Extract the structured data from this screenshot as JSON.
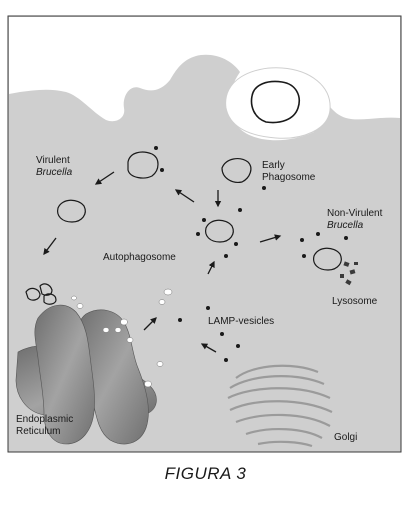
{
  "labels": {
    "virulent_line1": "Virulent",
    "virulent_line2": "Brucella",
    "early_line1": "Early",
    "early_line2": "Phagosome",
    "nonvirulent_line1": "Non-Virulent",
    "nonvirulent_line2": "Brucella",
    "autophagosome": "Autophagosome",
    "lysosome": "Lysosome",
    "lamp": "LAMP-vesicles",
    "er_line1": "Endoplasmic",
    "er_line2": "Reticulum",
    "golgi": "Golgi"
  },
  "caption": "FIGURA 3",
  "colors": {
    "cytoplasm": "#cfcfcf",
    "membrane_white": "#ffffff",
    "er": "#8a8a8a",
    "ink": "#1a1a1a"
  }
}
